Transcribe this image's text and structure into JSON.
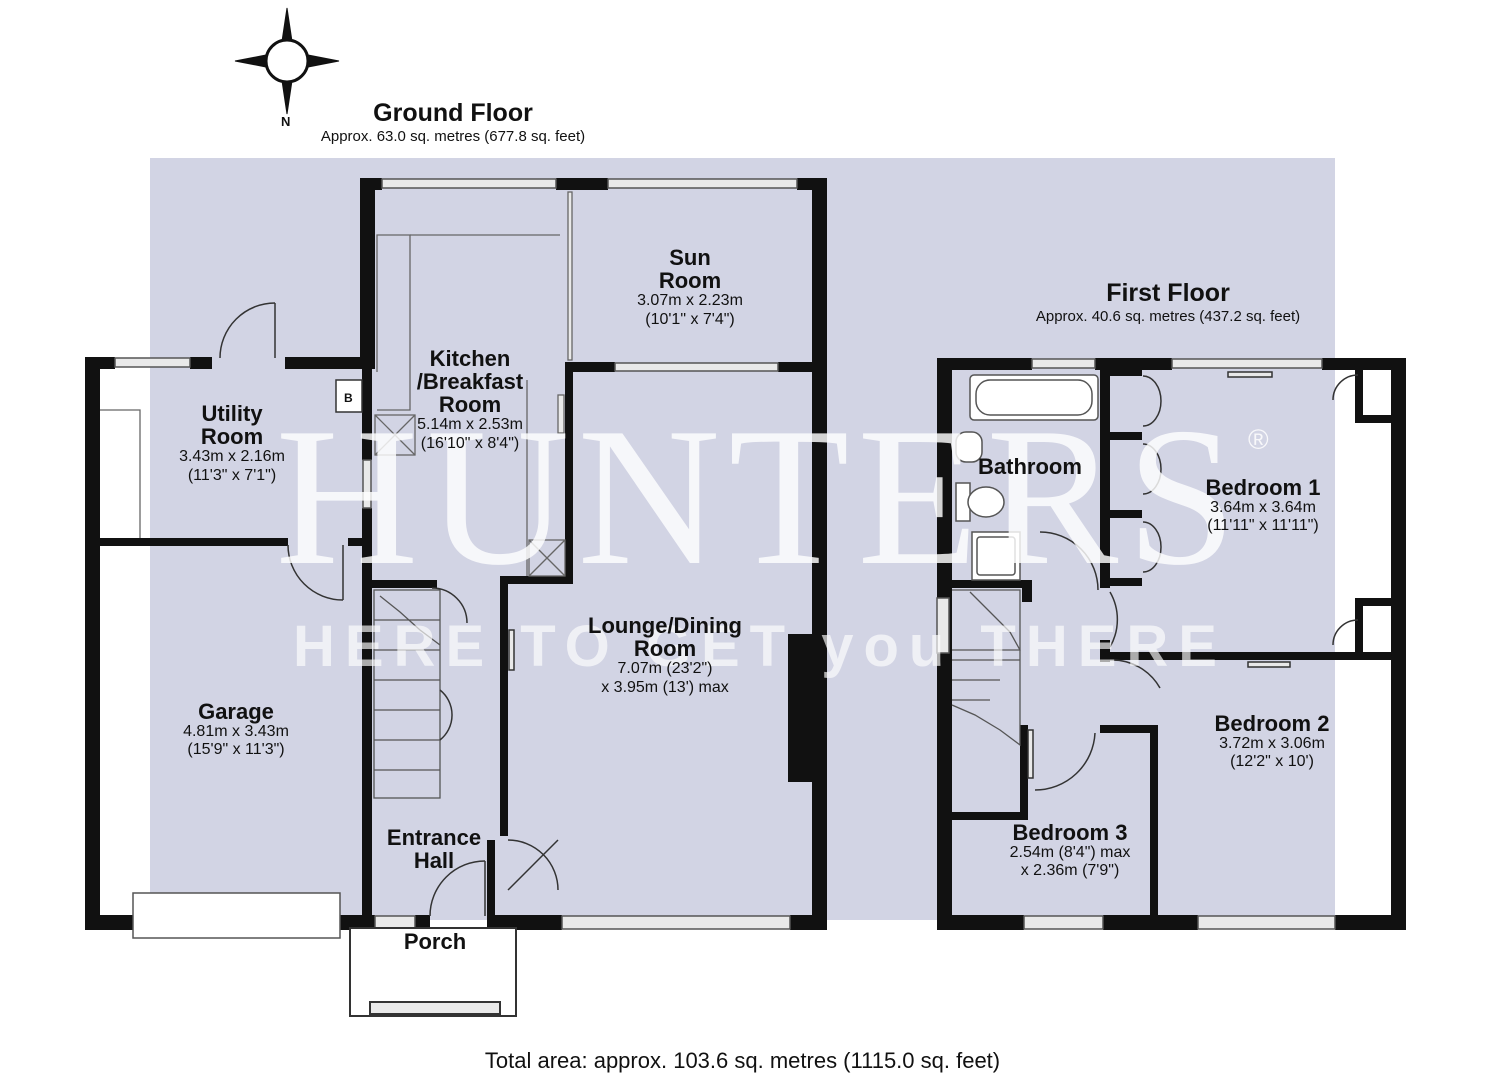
{
  "compass": {
    "north_label": "N"
  },
  "watermark": {
    "brand": "HUNTERS",
    "trademark": "®",
    "tagline": "HERE TO GET you THERE"
  },
  "ground_floor": {
    "title": "Ground Floor",
    "area": "Approx. 63.0 sq. metres (677.8 sq. feet)",
    "rooms": {
      "sun_room": {
        "name": "Sun\nRoom",
        "dims": "3.07m x 2.23m\n(10'1\" x 7'4\")"
      },
      "kitchen": {
        "name": "Kitchen\n/Breakfast\nRoom",
        "dims": "5.14m x 2.53m\n(16'10\" x 8'4\")"
      },
      "utility": {
        "name": "Utility\nRoom",
        "dims": "3.43m x 2.16m\n(11'3\" x 7'1\")"
      },
      "garage": {
        "name": "Garage",
        "dims": "4.81m x 3.43m\n(15'9\" x 11'3\")"
      },
      "lounge": {
        "name": "Lounge/Dining\nRoom",
        "dims": "7.07m (23'2\")\nx 3.95m (13') max"
      },
      "entrance_hall": {
        "name": "Entrance\nHall",
        "dims": ""
      },
      "porch": {
        "name": "Porch",
        "dims": ""
      }
    },
    "boiler_label": "B"
  },
  "first_floor": {
    "title": "First Floor",
    "area": "Approx. 40.6 sq. metres (437.2 sq. feet)",
    "rooms": {
      "bathroom": {
        "name": "Bathroom",
        "dims": ""
      },
      "bedroom1": {
        "name": "Bedroom 1",
        "dims": "3.64m x 3.64m\n(11'11\" x 11'11\")"
      },
      "bedroom2": {
        "name": "Bedroom 2",
        "dims": "3.72m x 3.06m\n(12'2\" x 10')"
      },
      "bedroom3": {
        "name": "Bedroom 3",
        "dims": "2.54m (8'4\") max\nx 2.36m (7'9\")"
      }
    }
  },
  "total_area": "Total area: approx. 103.6 sq. metres (1115.0 sq. feet)",
  "colors": {
    "wall": "#111111",
    "floor_tint": "#d2d4e4",
    "window": "#cfcfcf",
    "text": "#111111"
  }
}
